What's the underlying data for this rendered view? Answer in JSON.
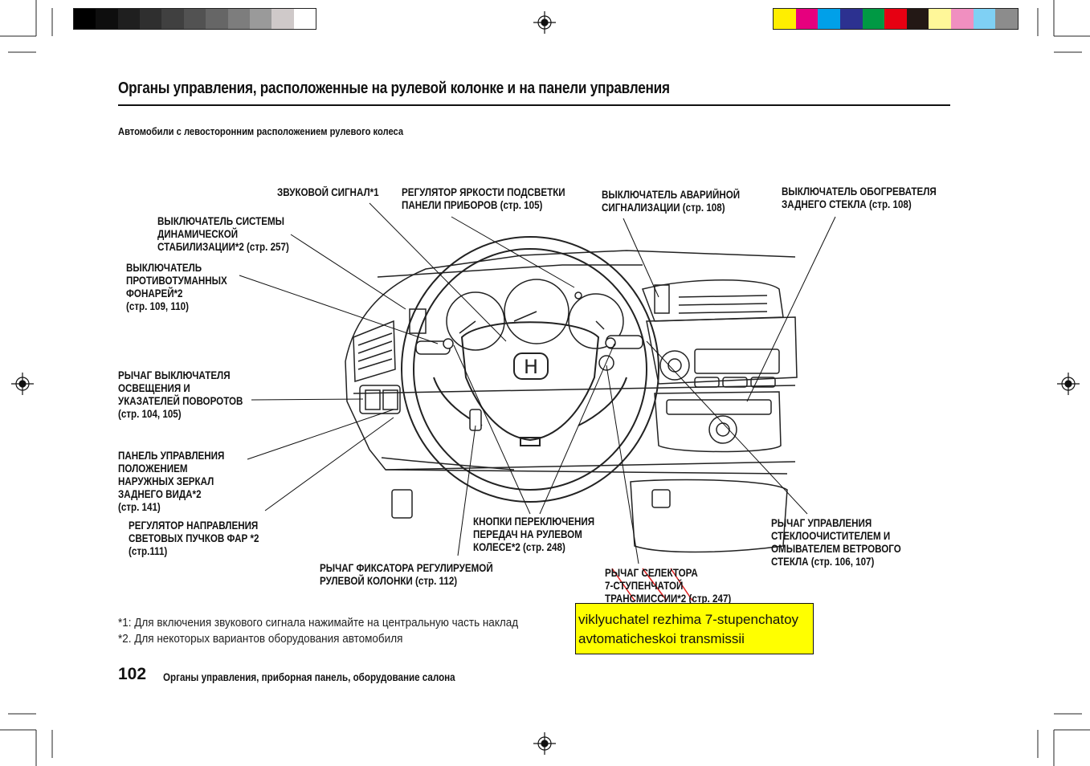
{
  "page": {
    "title": "Органы управления, расположенные на рулевой колонке и на панели управления",
    "subtitle": "Автомобили с левосторонним расположением рулевого колеса"
  },
  "labels": {
    "horn": "ЗВУКОВОЙ СИГНАЛ*1",
    "brightness": [
      "РЕГУЛЯТОР ЯРКОСТИ ПОДСВЕТКИ",
      "ПАНЕЛИ ПРИБОРОВ (стр. 105)"
    ],
    "hazard": [
      "ВЫКЛЮЧАТЕЛЬ АВАРИЙНОЙ",
      "СИГНАЛИЗАЦИИ (стр. 108)"
    ],
    "defroster": [
      "ВЫКЛЮЧАТЕЛЬ ОБОГРЕВАТЕЛЯ",
      "ЗАДНЕГО СТЕКЛА (стр. 108)"
    ],
    "stability": [
      "ВЫКЛЮЧАТЕЛЬ СИСТЕМЫ",
      "ДИНАМИЧЕСКОЙ",
      "СТАБИЛИЗАЦИИ*2 (стр. 257)"
    ],
    "fog": [
      "ВЫКЛЮЧАТЕЛЬ",
      "ПРОТИВОТУМАННЫХ",
      "ФОНАРЕЙ*2",
      "(стр. 109, 110)"
    ],
    "lights": [
      "РЫЧАГ ВЫКЛЮЧАТЕЛЯ",
      "ОСВЕЩЕНИЯ И",
      "УКАЗАТЕЛЕЙ ПОВОРОТОВ",
      "(стр. 104, 105)"
    ],
    "mirrors": [
      "ПАНЕЛЬ УПРАВЛЕНИЯ",
      "ПОЛОЖЕНИЕМ",
      "НАРУЖНЫХ ЗЕРКАЛ",
      "ЗАДНЕГО ВИДА*2",
      "(стр. 141)"
    ],
    "headlight_aim": [
      "РЕГУЛЯТОР НАПРАВЛЕНИЯ",
      "СВЕТОВЫХ ПУЧКОВ ФАР *2",
      "(стр.111)"
    ],
    "tilt": [
      "РЫЧАГ ФИКСАТОРА РЕГУЛИРУЕМОЙ",
      "РУЛЕВОЙ КОЛОНКИ (стр. 112)"
    ],
    "paddles": [
      "КНОПКИ ПЕРЕКЛЮЧЕНИЯ",
      "ПЕРЕДАЧ НА РУЛЕВОМ",
      "КОЛЕСЕ*2 (стр. 248)"
    ],
    "selector": [
      "РЫЧАГ СЕЛЕКТОРА",
      "7-СТУПЕНЧАТОЙ",
      "ТРАНСМИССИИ*2 (стр. 247)"
    ],
    "wipers": [
      "РЫЧАГ УПРАВЛЕНИЯ",
      "СТЕКЛООЧИСТИТЕЛЕМ И",
      "ОМЫВАТЕЛЕМ ВЕТРОВОГО",
      "СТЕКЛА (стр. 106, 107)"
    ]
  },
  "footnotes": [
    "*1:  Для включения звукового сигнала нажимайте на центральную часть наклад",
    "*2.  Для некоторых вариантов оборудования автомобиля"
  ],
  "annotation": {
    "text": "viklyuchatel rezhima 7-stupenchatoy avtomaticheskoi transmissii",
    "background": "#ffff00",
    "strike_color": "#e02020"
  },
  "footer": {
    "page_number": "102",
    "section": "Органы управления, приборная панель, оборудование салона"
  },
  "print_marks": {
    "grayscale": [
      "#000000",
      "#0e0e0e",
      "#1f1f1f",
      "#2f2f2f",
      "#404040",
      "#525252",
      "#666666",
      "#7d7d7d",
      "#9a9a9a",
      "#cfc9c9",
      "#ffffff"
    ],
    "colors": [
      "#ffee00",
      "#e6007e",
      "#00a0e9",
      "#2c3190",
      "#009944",
      "#e60012",
      "#231815",
      "#fff799",
      "#f08fc0",
      "#7fd0f4",
      "#8c8c8c"
    ]
  }
}
